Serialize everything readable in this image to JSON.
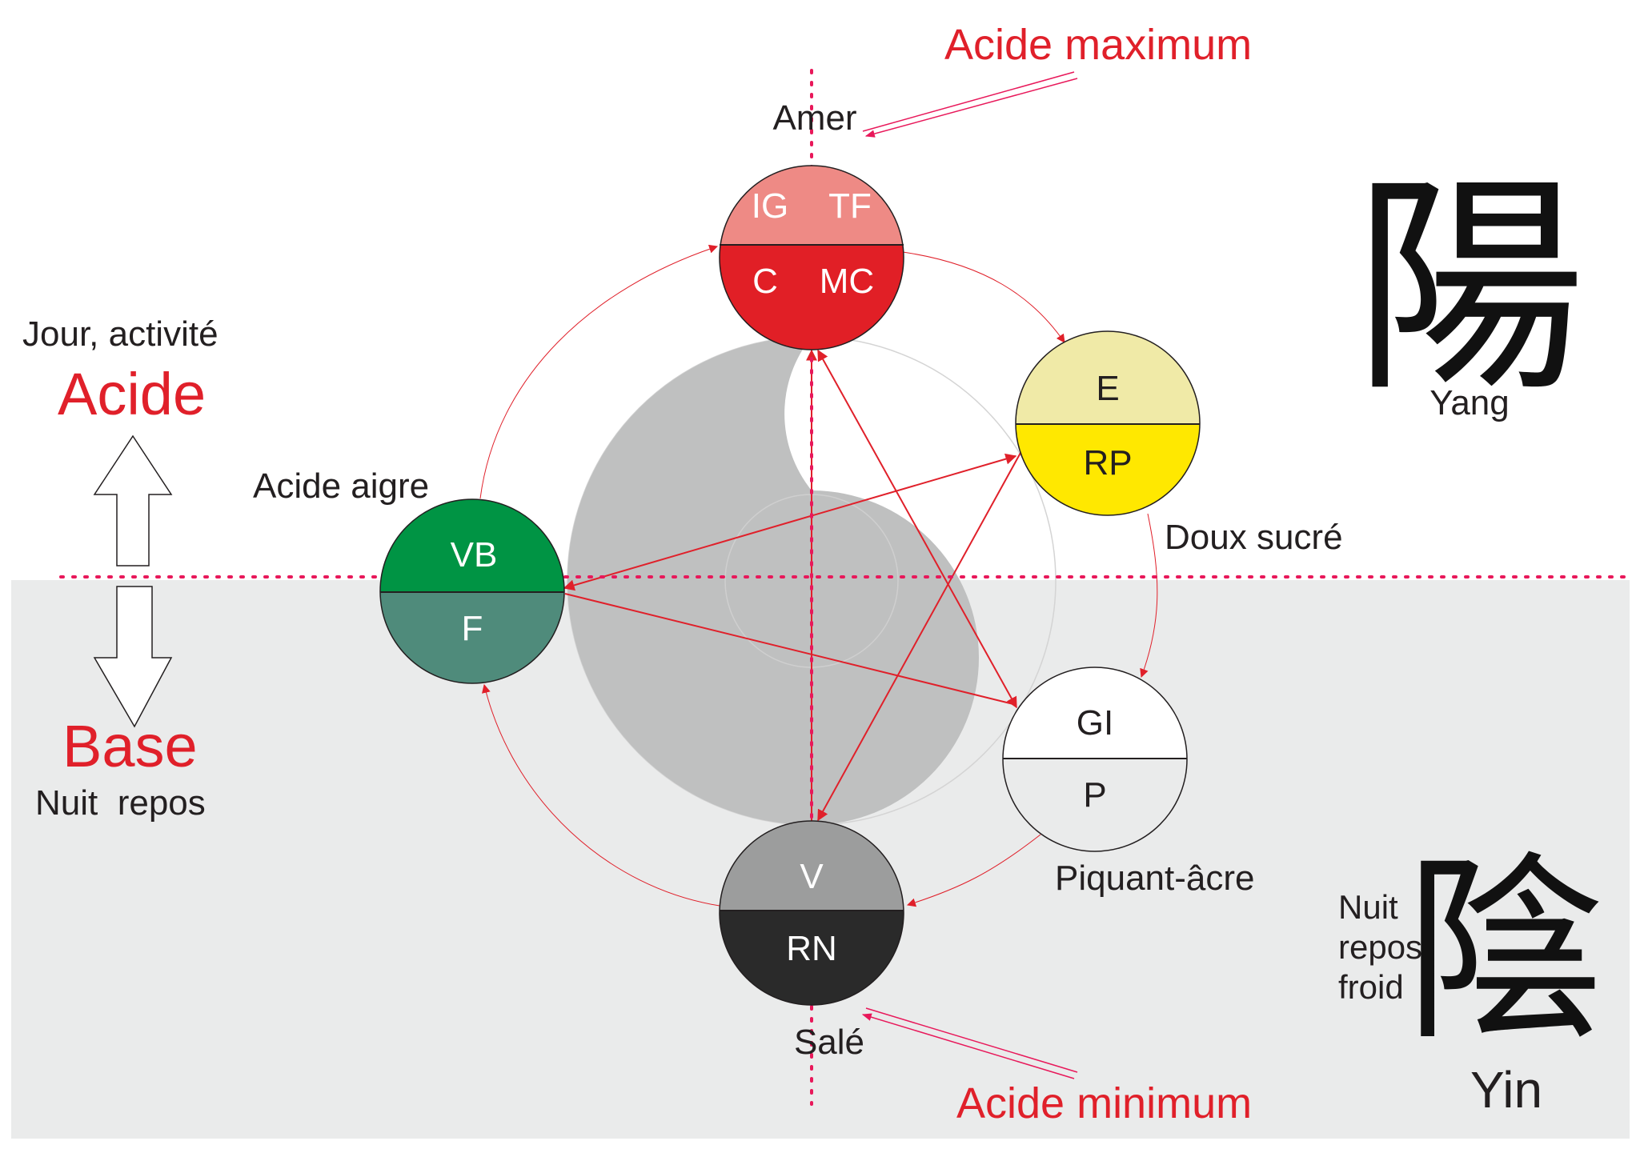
{
  "colors": {
    "red": "#e0202a",
    "pink_guide": "#e8185a",
    "night_band": "#eaebeb",
    "fire_top": "#ee8a85",
    "fire_bottom": "#e11f26",
    "earth_top": "#f0eaa7",
    "earth_bottom": "#ffe800",
    "metal_top": "#ffffff",
    "metal_bottom": "#eaebeb",
    "water_top": "#9c9d9d",
    "water_bottom": "#2a2a2a",
    "wood_top": "#009444",
    "wood_bottom": "#4f8b7b"
  },
  "left_scale": {
    "day_text": "Jour, activité",
    "acid_label": "Acide",
    "base_label": "Base",
    "night_text": "Nuit  repos",
    "up_arrow": "arrow-up-icon",
    "down_arrow": "arrow-down-icon"
  },
  "annotations": {
    "acid_max": "Acide maximum",
    "acid_min": "Acide minimum"
  },
  "flavors": {
    "bitter": "Amer",
    "sweet": "Doux sucré",
    "pungent": "Piquant-âcre",
    "salty": "Salé",
    "sour": "Acide aigre"
  },
  "elements": {
    "fire": {
      "top_left": "IG",
      "top_right": "TF",
      "bottom_left": "C",
      "bottom_right": "MC"
    },
    "earth": {
      "top": "E",
      "bottom": "RP"
    },
    "metal": {
      "top": "GI",
      "bottom": "P"
    },
    "water": {
      "top": "V",
      "bottom": "RN"
    },
    "wood": {
      "top": "VB",
      "bottom": "F"
    }
  },
  "yang": {
    "character": "陽",
    "label": "Yang"
  },
  "yin": {
    "character": "陰",
    "label": "Yin",
    "note_lines": [
      "Nuit",
      "repos",
      "froid"
    ]
  }
}
